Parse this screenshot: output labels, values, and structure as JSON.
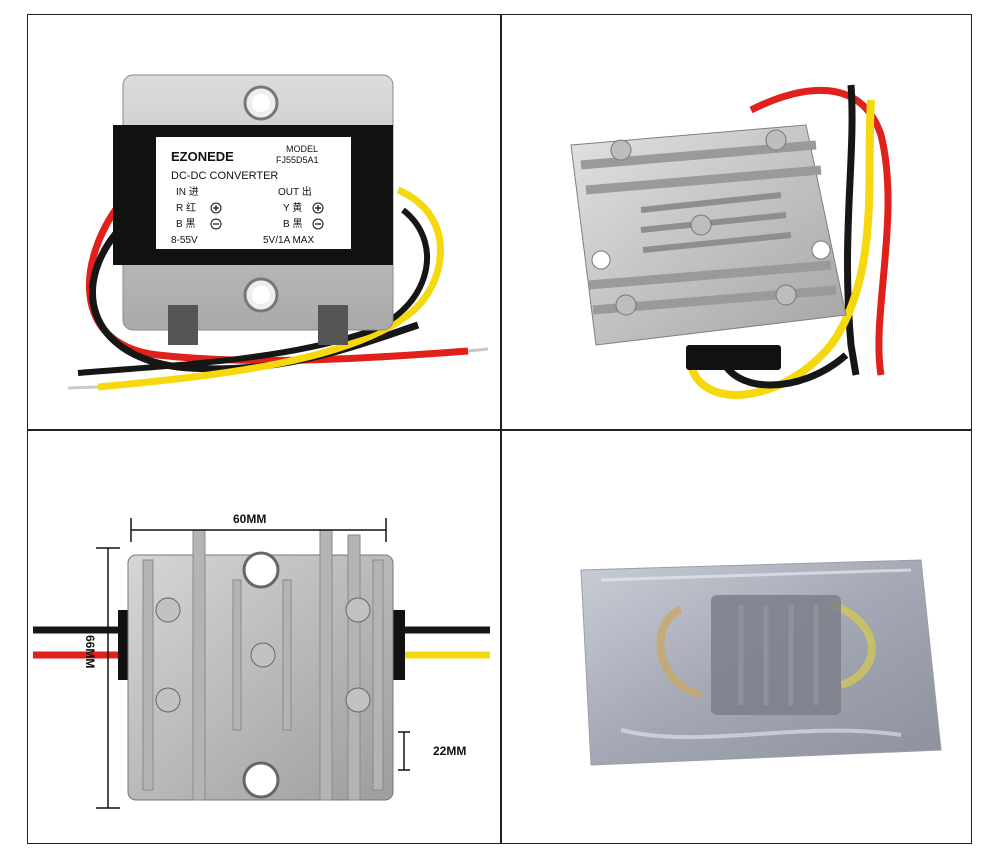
{
  "panel_front": {
    "brand": "EZONEDE",
    "model_label": "MODEL",
    "model_number": "FJ55D5A1",
    "product_type": "DC-DC CONVERTER",
    "in_label": "IN 进",
    "out_label": "OUT 出",
    "in_pos": "R 红",
    "out_pos": "Y 黄",
    "in_neg": "B 黑",
    "out_neg": "B 黑",
    "input_range": "8-55V",
    "output_rating": "5V/1A MAX"
  },
  "panel_dimensions": {
    "width": "60MM",
    "height": "66MM",
    "depth": "22MM"
  },
  "colors": {
    "aluminum": "#c9c9c9",
    "wire_red": "#e0201a",
    "wire_black": "#161616",
    "wire_yellow": "#f6d80f",
    "label_bg": "#ffffff",
    "frame": "#111111"
  }
}
